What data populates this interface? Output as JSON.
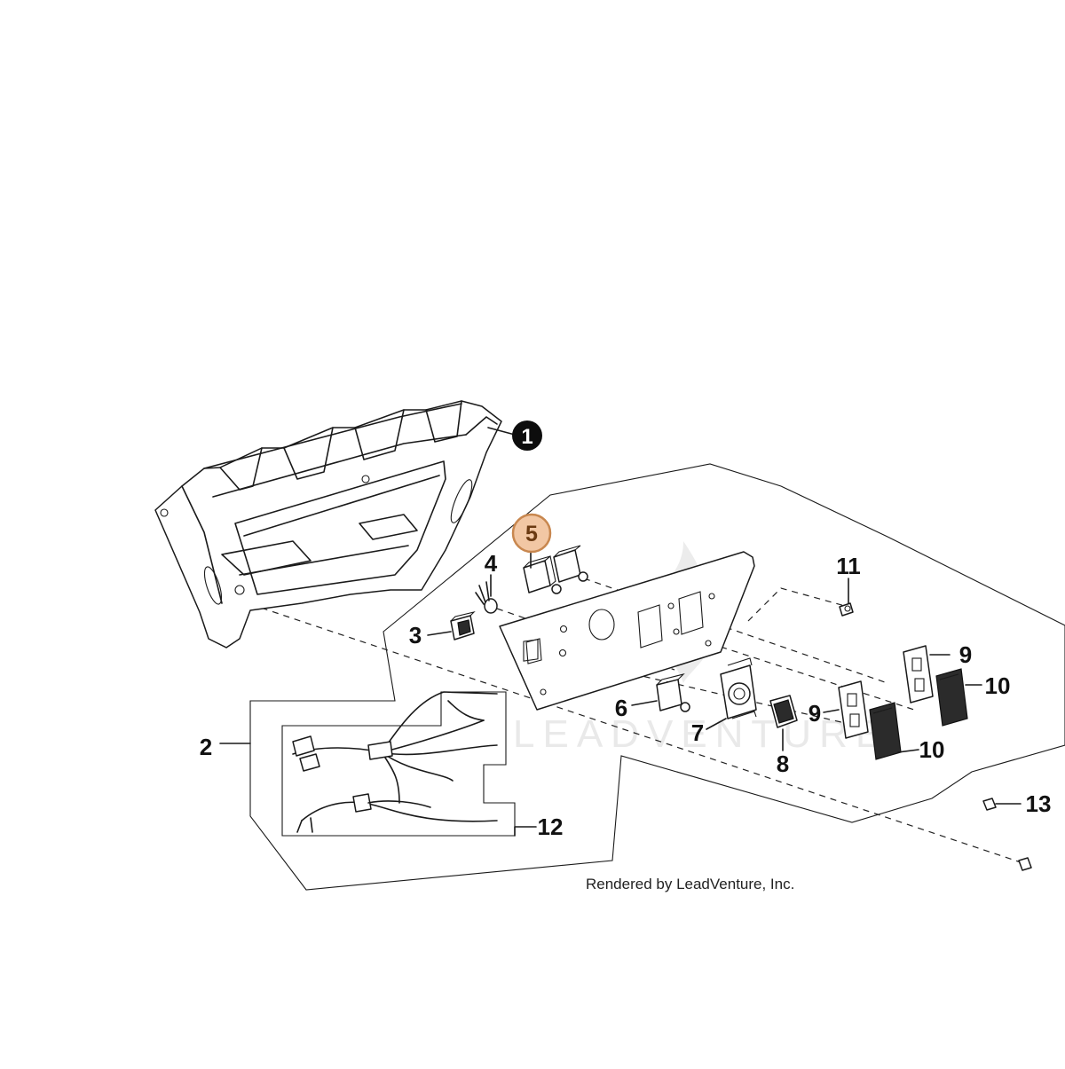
{
  "diagram": {
    "callouts": [
      {
        "id": "1",
        "label": "1",
        "style": "filled-black"
      },
      {
        "id": "2",
        "label": "2",
        "style": "plain"
      },
      {
        "id": "3",
        "label": "3",
        "style": "plain"
      },
      {
        "id": "4",
        "label": "4",
        "style": "plain"
      },
      {
        "id": "5",
        "label": "5",
        "style": "highlighted"
      },
      {
        "id": "6",
        "label": "6",
        "style": "plain"
      },
      {
        "id": "7",
        "label": "7",
        "style": "plain"
      },
      {
        "id": "8",
        "label": "8",
        "style": "plain"
      },
      {
        "id": "9a",
        "label": "9",
        "style": "plain"
      },
      {
        "id": "9b",
        "label": "9",
        "style": "plain"
      },
      {
        "id": "10a",
        "label": "10",
        "style": "plain"
      },
      {
        "id": "10b",
        "label": "10",
        "style": "plain"
      },
      {
        "id": "11",
        "label": "11",
        "style": "plain"
      },
      {
        "id": "12",
        "label": "12",
        "style": "plain"
      },
      {
        "id": "13",
        "label": "13",
        "style": "plain"
      }
    ],
    "credit": "Rendered by LeadVenture, Inc.",
    "watermark": "LEADVENTURE",
    "colors": {
      "highlight_fill": "#f2c7a4",
      "highlight_stroke": "#c8874f",
      "highlight_text": "#6b3a12",
      "ink": "#1a1a1a"
    }
  }
}
